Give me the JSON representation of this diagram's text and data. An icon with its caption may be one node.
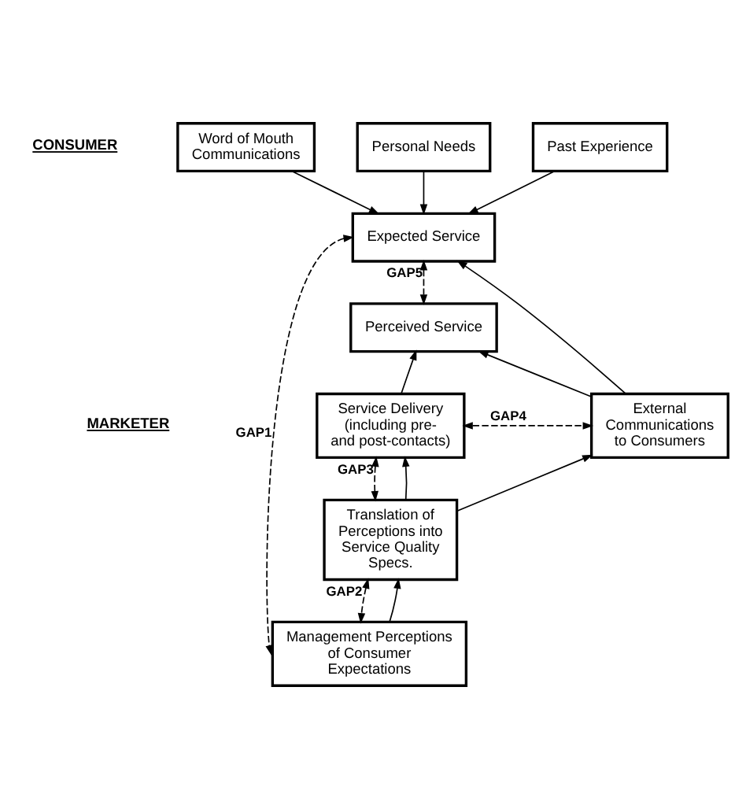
{
  "diagram": {
    "nodes": [
      {
        "text": [
          "Word of Mouth Communications"
        ]
      },
      {
        "text": [
          "Personal Needs"
        ]
      },
      {
        "text": [
          "Past Experience"
        ]
      },
      {
        "text": [
          "Expected Service"
        ]
      },
      {
        "text": [
          "Perceived Service"
        ]
      },
      {
        "text": [
          "Service Delivery (including pre- and post-contacts)"
        ]
      },
      {
        "text": [
          "External Communications to Consumers"
        ]
      },
      {
        "text": [
          "Translation of Perceptions into Service Quality Specs."
        ]
      },
      {
        "text": [
          "Management Perceptions of Consumer Expectations"
        ]
      }
    ],
    "edges": [
      {
        "from": 0,
        "to": 3,
        "arrow": "to"
      },
      {
        "from": 1,
        "to": 3,
        "arrow": "to"
      },
      {
        "from": 2,
        "to": 3,
        "arrow": "to"
      },
      {
        "from": 3,
        "to": 4,
        "arrow": "both",
        "style": "dashed",
        "label": "GAP5"
      },
      {
        "from": 5,
        "to": 4,
        "arrow": "to"
      },
      {
        "from": 6,
        "to": 3,
        "arrow": "to"
      },
      {
        "from": 6,
        "to": 4,
        "arrow": "to"
      },
      {
        "from": 5,
        "to": 6,
        "arrow": "both",
        "style": "dashed",
        "label": "GAP4"
      },
      {
        "from": 7,
        "to": 5,
        "arrow": "to"
      },
      {
        "from": 5,
        "to": 7,
        "arrow": "both",
        "style": "dashed",
        "label": "GAP3"
      },
      {
        "from": 7,
        "to": 6,
        "arrow": "to"
      },
      {
        "from": 7,
        "to": 8,
        "arrow": "both",
        "style": "dashed",
        "label": "GAP2"
      },
      {
        "from": 8,
        "to": 7,
        "arrow": "to"
      },
      {
        "from": 3,
        "to": 8,
        "arrow": "both",
        "style": "dashed",
        "label": "GAP1"
      }
    ],
    "labels": [
      "CONSUMER",
      "MARKETER"
    ]
  }
}
